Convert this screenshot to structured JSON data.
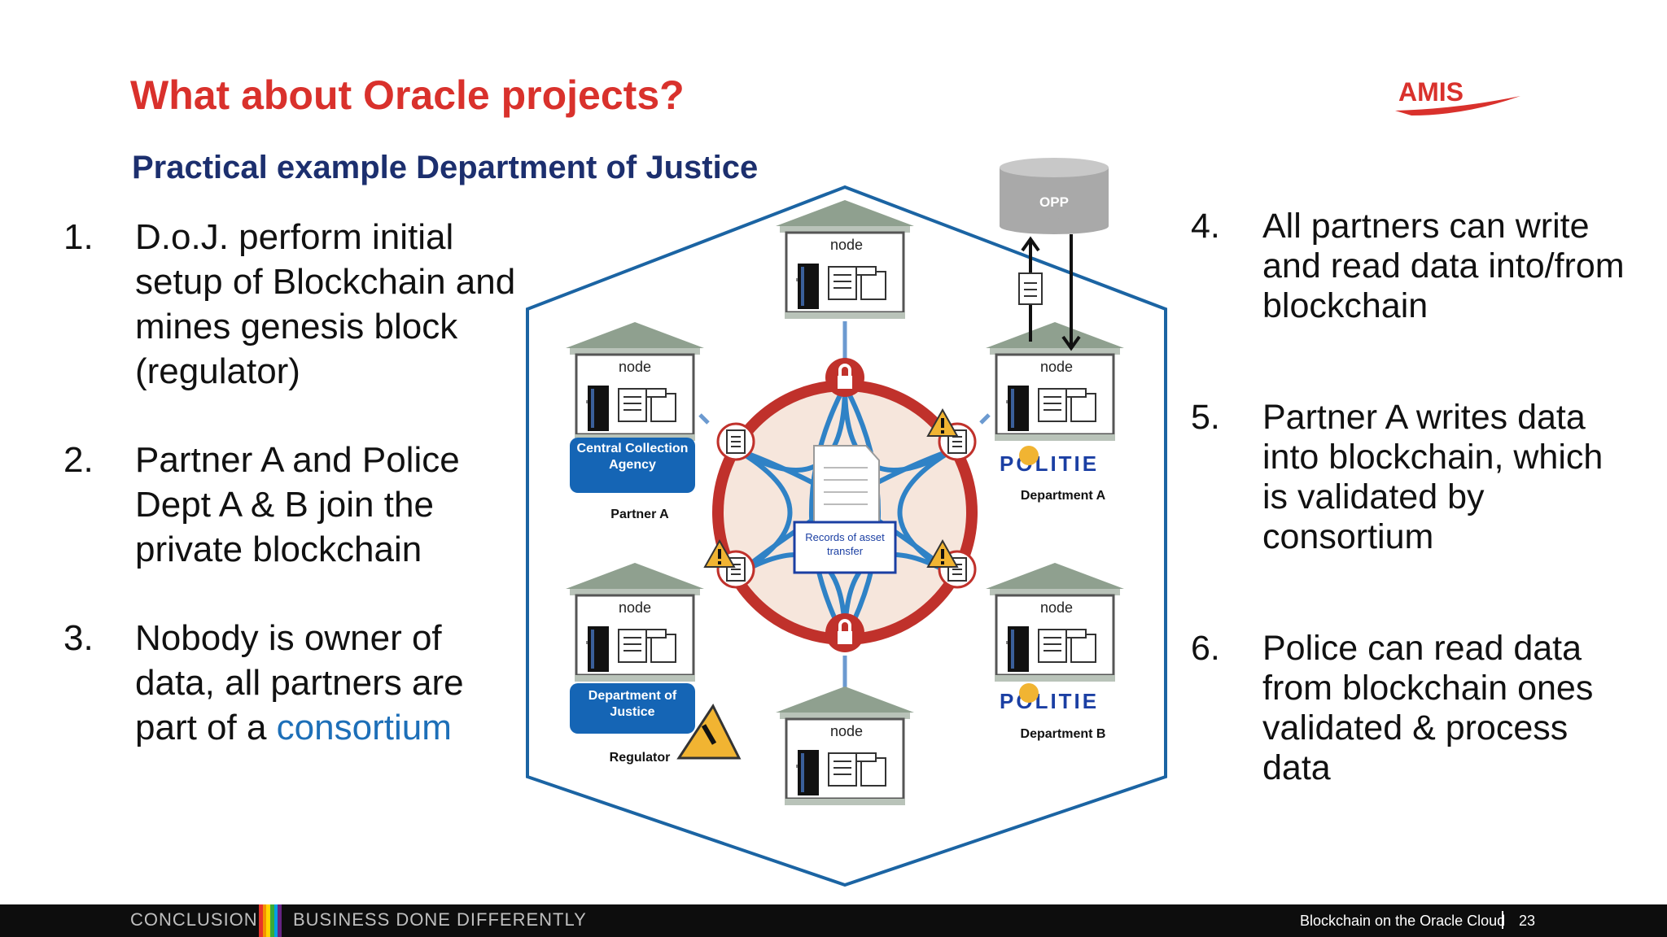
{
  "slide": {
    "title": "What about Oracle projects?",
    "subtitle": "Practical example Department of Justice",
    "logo_text": "AMIS",
    "colors": {
      "title": "#d9312c",
      "subtitle": "#1c2f6e",
      "accent": "#1d6fb8",
      "hexagon": "#1b64a3",
      "ring": "#c0312b"
    }
  },
  "left_items": [
    {
      "num": "1.",
      "text": "D.o.J. perform initial setup of Blockchain and mines genesis block (regulator)"
    },
    {
      "num": "2.",
      "text": "Partner A and Police Dept A & B join the private blockchain"
    },
    {
      "num": "3.",
      "text": "Nobody is owner of data, all partners are part of a ",
      "accent": "consortium"
    }
  ],
  "right_items": [
    {
      "num": "4.",
      "text": "All partners can write and read data into/from blockchain"
    },
    {
      "num": "5.",
      "text": "Partner A writes data into blockchain, which is validated by consortium"
    },
    {
      "num": "6.",
      "text": "Police can read data from blockchain ones validated & process data"
    }
  ],
  "diagram": {
    "node_label": "node",
    "db_label": "OPP",
    "center_label": "Records of asset transfer",
    "central_collection": "Central Collection Agency",
    "partner_a": "Partner A",
    "doj": "Department of Justice",
    "regulator": "Regulator",
    "politie": "POLITIE",
    "dept_a": "Department A",
    "dept_b": "Department B"
  },
  "footer": {
    "section_left": "CONCLUSION",
    "section_right": "BUSINESS DONE DIFFERENTLY",
    "deck_title": "Blockchain on the Oracle Cloud",
    "page": "23"
  }
}
